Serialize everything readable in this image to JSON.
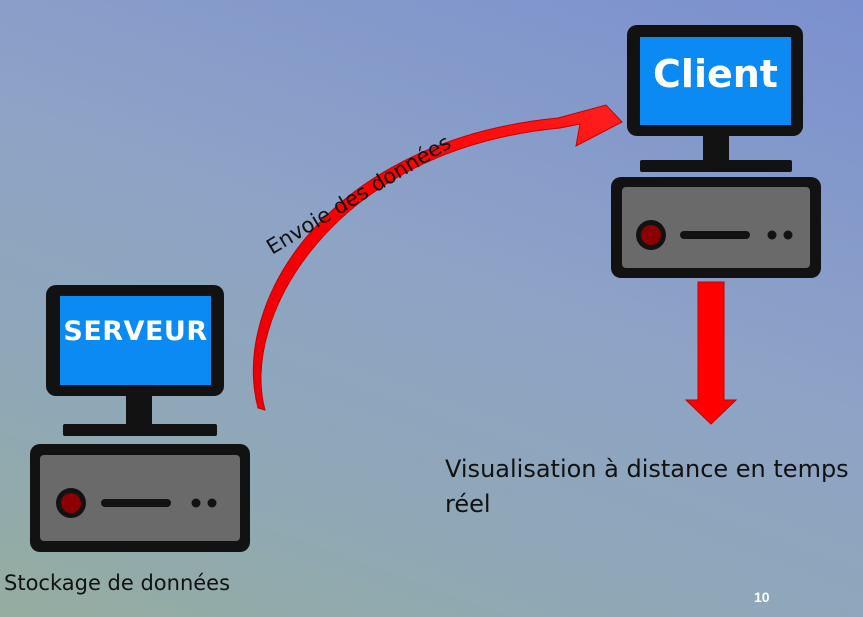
{
  "server": {
    "screen_label": "SERVEUR",
    "caption": "Stockage de données"
  },
  "client": {
    "screen_label": "Client",
    "caption_line1": "Visualisation à distance en temps",
    "caption_line2": "réel"
  },
  "transfer_arrow": {
    "label": "Envoie des données"
  },
  "slide_number": "10",
  "colors": {
    "screen_blue": "#0a8af2",
    "frame_black": "#121212",
    "case_gray": "#6a6a6a",
    "power_red": "#8b0000",
    "arrow_red": "#ff0000"
  }
}
